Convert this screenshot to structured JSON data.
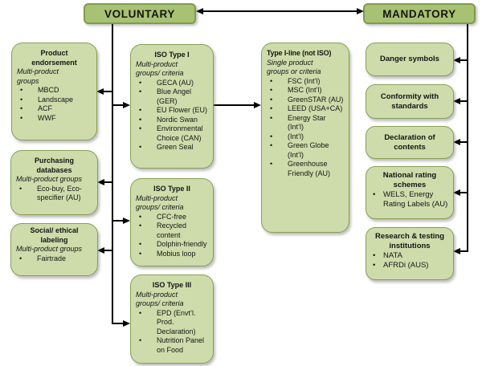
{
  "colors": {
    "header_fill": "#a8c273",
    "header_border": "#7e9c4a",
    "box_fill": "#cedcab",
    "box_border": "#85a054",
    "line_color": "#000000",
    "text_color": "#141414"
  },
  "headers": {
    "voluntary": "VOLUNTARY",
    "mandatory": "MANDATORY"
  },
  "boxes": {
    "product_endorsement": {
      "title": "Product endorsement",
      "subtitle": "Multi-product groups",
      "items": [
        "MBCD",
        "Landscape",
        "ACF",
        "WWF"
      ]
    },
    "purchasing_databases": {
      "title": "Purchasing databases",
      "subtitle": "Multi-product groups",
      "items": [
        "Eco-buy, Eco-specifier (AU)"
      ]
    },
    "social_ethical_labeling": {
      "title": "Social/ ethical labeling",
      "subtitle": "Multi-product groups",
      "items": [
        "Fairtrade"
      ]
    },
    "iso_type_i": {
      "title": "ISO Type I",
      "subtitle": "Multi-product groups/ criteria",
      "items": [
        "GECA (AU)",
        "Blue Angel (GER)",
        "EU Flower (EU)",
        "Nordic Swan",
        "Environmental Choice (CAN)",
        "Green Seal"
      ]
    },
    "iso_type_ii": {
      "title": "ISO Type II",
      "subtitle": "Multi-product groups/ criteria",
      "items": [
        "CFC-free",
        "Recycled content",
        "Dolphin-friendly",
        "Mobius loop"
      ]
    },
    "iso_type_iii": {
      "title": "ISO Type III",
      "subtitle": "Multi-product groups/ criteria",
      "items": [
        "EPD (Envt’l. Prod. Declaration)",
        "Nutrition Panel on Food"
      ]
    },
    "type_i_line": {
      "title": "Type I-line (not ISO)",
      "subtitle": "Single product groups or criteria",
      "items": [
        "FSC (Int’l)",
        "MSC (Int’l)",
        "GreenSTAR (AU)",
        "LEED (USA+CA)",
        "Energy Star (Int’l)",
        "(Int’l)",
        "Green Globe (Int’l)",
        "Greenhouse Friendly (AU)"
      ]
    },
    "danger_symbols": {
      "title": "Danger symbols"
    },
    "conformity_with_standards": {
      "title": "Conformity with standards"
    },
    "declaration_of_contents": {
      "title": "Declaration of contents"
    },
    "national_rating_schemes": {
      "title": "National rating schemes",
      "items": [
        "WELS, Energy Rating Labels (AU)"
      ]
    },
    "research_testing_institutions": {
      "title": "Research & testing institutions",
      "items": [
        "NATA",
        "AFRDi (AUS)"
      ]
    }
  }
}
